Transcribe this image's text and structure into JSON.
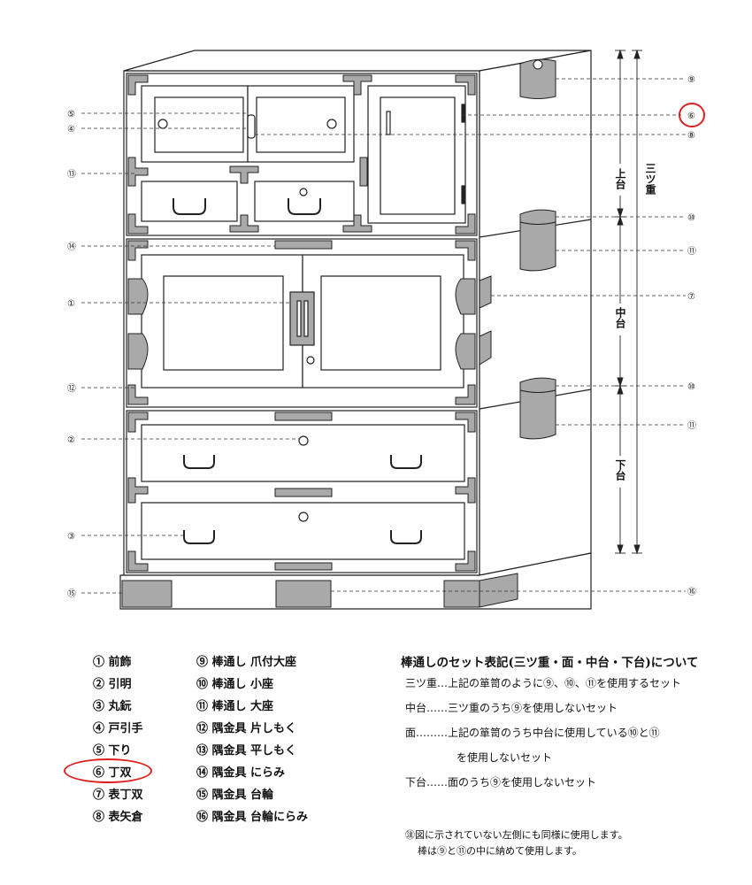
{
  "callouts": {
    "c1": "①",
    "c2": "②",
    "c3": "③",
    "c4": "④",
    "c5": "⑤",
    "c6": "⑥",
    "c7": "⑦",
    "c8": "⑧",
    "c9": "⑨",
    "c10": "⑩",
    "c10b": "⑩",
    "c11": "⑪",
    "c11b": "⑪",
    "c12": "⑫",
    "c13": "⑬",
    "c14": "⑭",
    "c15": "⑮",
    "c16": "⑯"
  },
  "dimensions": {
    "upper": "上台",
    "middle": "中台",
    "lower": "下台",
    "triple": "三ツ重"
  },
  "legend": {
    "left": [
      "① 前飾",
      "② 引明",
      "③ 丸鈨",
      "④ 戸引手",
      "⑤ 下り",
      "⑥ 丁双",
      "⑦ 表丁双",
      "⑧ 表矢倉"
    ],
    "right": [
      "⑨ 棒通し 爪付大座",
      "⑩ 棒通し 小座",
      "⑪ 棒通し 大座",
      "⑫ 隅金具 片しもく",
      "⑬ 隅金具 平しもく",
      "⑭ 隅金具 にらみ",
      "⑮ 隅金具 台輪",
      "⑯ 隅金具 台輪にらみ"
    ]
  },
  "notes": {
    "title": "棒通しのセット表記(三ツ重・面・中台・下台)について",
    "lines": [
      "三ツ重…上記の箪笥のように⑨、⑩、⑪を使用するセット",
      "中台……三ツ重のうち⑨を使用しないセット",
      "面………上記の箪笥のうち中台に使用している⑩と⑪",
      "を使用しないセット",
      "下台……面のうち⑨を使用しないセット"
    ],
    "footnotes": [
      "㊟図に示されていない左側にも同様に使用します。",
      "棒は⑨と⑪の中に納めて使用します。"
    ]
  },
  "colors": {
    "metal": "#a9a9a9",
    "line": "#222222",
    "highlight": "#e02020"
  }
}
